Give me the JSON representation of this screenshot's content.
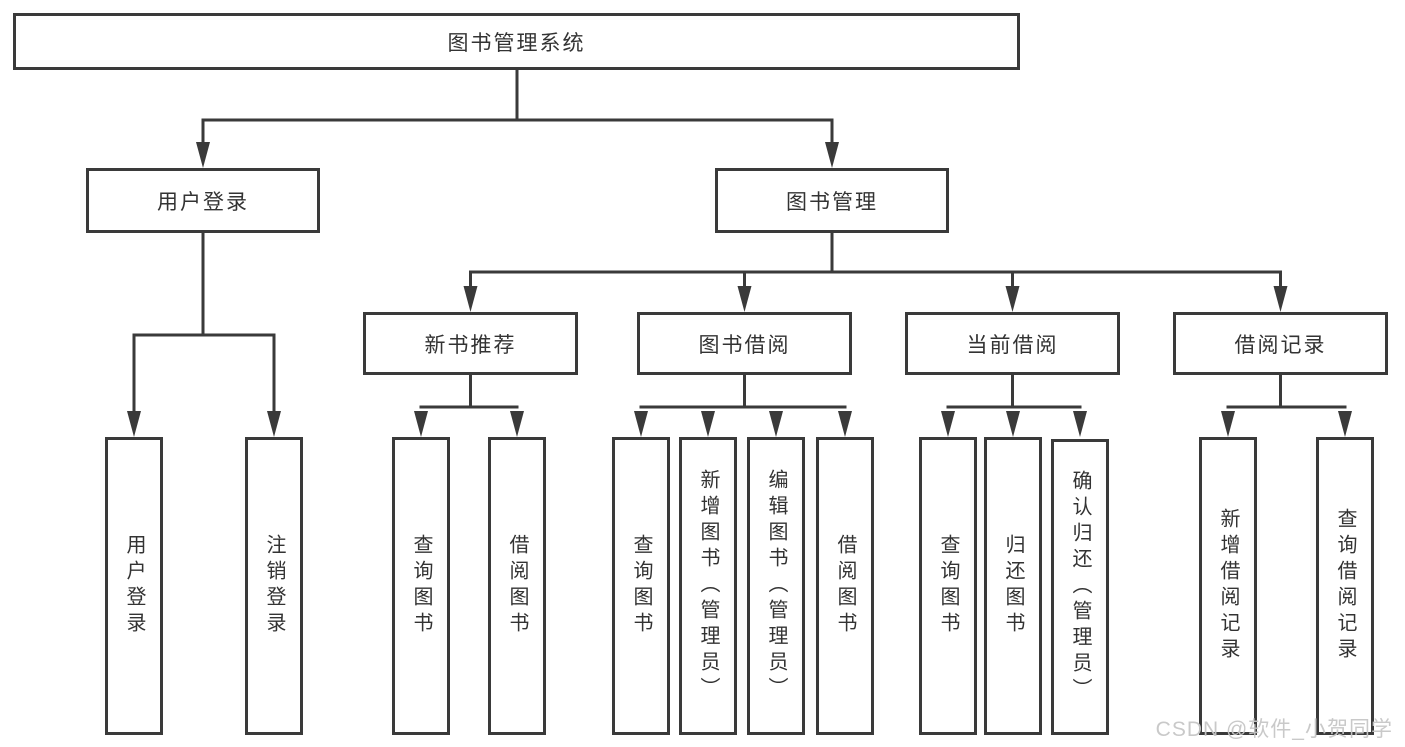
{
  "root": {
    "label": "图书管理系统"
  },
  "branches": {
    "user_login": {
      "label": "用户登录",
      "children": [
        {
          "label": "用户登录"
        },
        {
          "label": "注销登录"
        }
      ]
    },
    "book_mgmt": {
      "label": "图书管理",
      "modules": [
        {
          "label": "新书推荐",
          "children": [
            {
              "label": "查询图书"
            },
            {
              "label": "借阅图书"
            }
          ]
        },
        {
          "label": "图书借阅",
          "children": [
            {
              "label": "查询图书"
            },
            {
              "label": "新增图书（管理员）"
            },
            {
              "label": "编辑图书（管理员）"
            },
            {
              "label": "借阅图书"
            }
          ]
        },
        {
          "label": "当前借阅",
          "children": [
            {
              "label": "查询图书"
            },
            {
              "label": "归还图书"
            },
            {
              "label": "确认归还（管理员）"
            }
          ]
        },
        {
          "label": "借阅记录",
          "children": [
            {
              "label": "新增借阅记录"
            },
            {
              "label": "查询借阅记录"
            }
          ]
        }
      ]
    }
  },
  "watermark": {
    "text": "CSDN @软件_小贺同学"
  },
  "colors": {
    "line": "#3a3a3a",
    "box_background": "#ffffff",
    "text": "#333333",
    "watermark": "#c6c6c6"
  }
}
